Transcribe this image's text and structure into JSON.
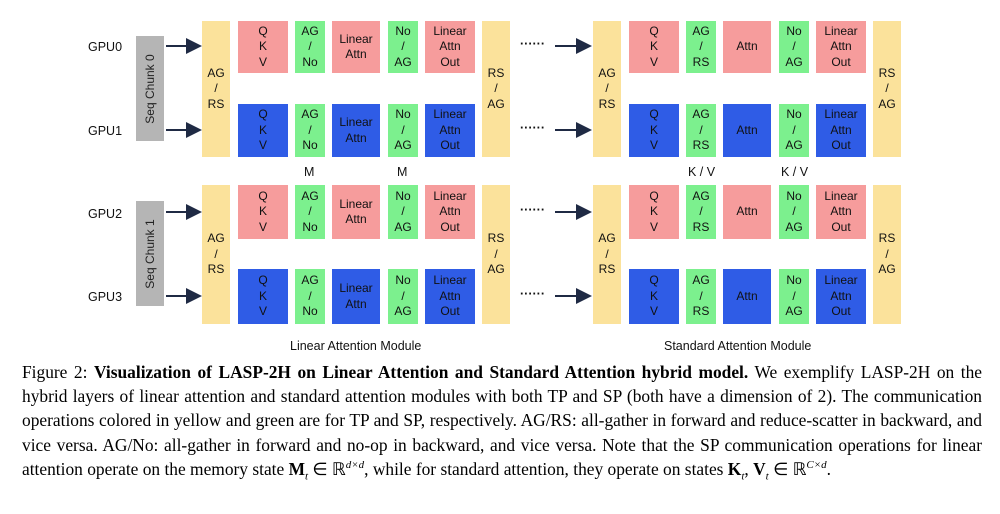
{
  "gpus": [
    "GPU0",
    "GPU1",
    "GPU2",
    "GPU3"
  ],
  "seq_chunks": [
    "Seq Chunk 0",
    "Seq Chunk 1"
  ],
  "blocks": {
    "ag_rs": "AG\n/\nRS",
    "rs_ag": "RS\n/\nAG",
    "qkv": "Q\nK\nV",
    "ag_no": "AG\n/\nNo",
    "no_ag": "No\n/\nAG",
    "ag_rs_small": "AG\n/\nRS",
    "linear_attn": "Linear\nAttn",
    "linear_attn_out": "Linear\nAttn\nOut",
    "attn": "Attn"
  },
  "dots": "······",
  "linear_labels": [
    "M",
    "M"
  ],
  "standard_labels": [
    "K / V",
    "K / V"
  ],
  "module_labels": {
    "linear": "Linear Attention Module",
    "standard": "Standard Attention Module"
  },
  "caption": {
    "fig": "Figure 2:",
    "title": "Visualization of LASP-2H on Linear Attention and Standard Attention hybrid model.",
    "body1": "We exemplify LASP-2H on the hybrid layers of linear attention and standard attention modules with both TP and SP (both have a dimension of 2). The communication operations colored in yellow and green are for TP and SP, respectively. AG/RS: all-gather in forward and reduce-scatter in backward, and vice versa. AG/No: all-gather in forward and no-op in backward, and vice versa. Note that the SP communication operations for linear attention operate on the memory state",
    "math_m": "M",
    "sub_t": "t",
    "in": "∈ ℝ",
    "sup_dd": "d×d",
    "body2": ", while for standard attention, they operate on states",
    "math_k": "K",
    "math_v": "V",
    "comma": ",",
    "sup_cd": "C×d",
    "end": "."
  },
  "colors": {
    "yellow": "#fbe29b",
    "pink": "#f69c9c",
    "green": "#7cf08e",
    "blue": "#2f5ce6",
    "gray": "#b5b5b5",
    "arrow": "#1f2a44"
  }
}
